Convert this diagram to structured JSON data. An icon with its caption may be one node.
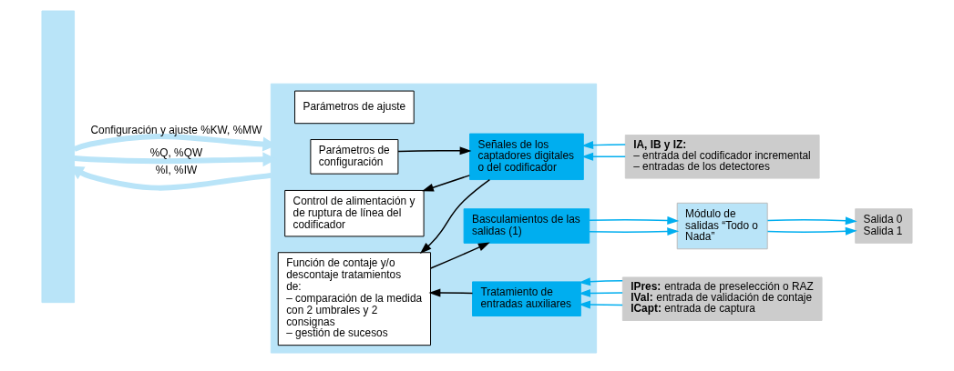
{
  "diagram": {
    "nodes": [
      {
        "text": [],
        "shape": "bar"
      },
      {
        "text": [],
        "shape": "box"
      },
      {
        "text": [
          "Parámetros de configuración"
        ],
        "in": 1
      },
      {
        "text": [
          "Parámetros de ajuste"
        ],
        "in": 1
      },
      {
        "text": [
          "Función de contaje y/o descontaje tratamientos de:",
          "– comparación de la medida con 2 umbrales y 2 consignas",
          "– gestión de sucesos"
        ],
        "in": 1
      },
      {
        "text": [
          "Control de alimentación y de ruptura de línea del codificador"
        ],
        "in": 1
      },
      {
        "text": [
          "Señales de los captadores digitales o del codificador"
        ],
        "in": 1
      },
      {
        "text": [
          "Tratamiento de entradas auxiliares"
        ],
        "in": 1
      },
      {
        "text": [
          "Basculamientos de las salidas (1)"
        ],
        "in": 1
      },
      {
        "text": [
          "**IA, IB y IZ:**",
          "– entrada del codificador incremental",
          "– entradas de los detectores"
        ]
      },
      {
        "text": [
          "**IPres:** entrada de preselección o RAZ",
          "**IVal:** entrada de validación de contaje",
          "**ICapt:** entrada de captura"
        ]
      },
      {
        "text": [
          "Módulo de salidas “Todo o Nada”"
        ]
      },
      {
        "text": [
          "Salida 0",
          "Salida 1"
        ]
      }
    ],
    "edges": [
      {
        "from": 0,
        "to": 1,
        "arrow": "to",
        "label": "Configuración y ajuste %KW, %MW",
        "style": "thick",
        "color": "#b9e4f8"
      },
      {
        "from": 0,
        "to": 1,
        "arrow": "to",
        "label": "%Q, %QW",
        "style": "thick",
        "color": "#b9e4f8"
      },
      {
        "from": 1,
        "to": 0,
        "arrow": "to",
        "label": "%I, %IW",
        "style": "thick",
        "color": "#b9e4f8"
      },
      {
        "from": 2,
        "to": 6,
        "arrow": "to",
        "color": "#000000"
      },
      {
        "from": 6,
        "to": 4,
        "arrow": "to",
        "color": "#000000"
      },
      {
        "from": 6,
        "to": 5,
        "arrow": "to",
        "color": "#000000"
      },
      {
        "from": 7,
        "to": 4,
        "arrow": "to",
        "color": "#000000"
      },
      {
        "from": 4,
        "to": 8,
        "arrow": "to",
        "color": "#000000"
      },
      {
        "from": 9,
        "to": 6,
        "arrow": "to"
      },
      {
        "from": 9,
        "to": 6,
        "arrow": "to"
      },
      {
        "from": 10,
        "to": 7,
        "arrow": "to"
      },
      {
        "from": 10,
        "to": 7,
        "arrow": "to"
      },
      {
        "from": 10,
        "to": 7,
        "arrow": "to"
      },
      {
        "from": 8,
        "to": 11,
        "arrow": "to"
      },
      {
        "from": 8,
        "to": 11,
        "arrow": "to"
      },
      {
        "from": 11,
        "to": 12,
        "arrow": "to"
      },
      {
        "from": 11,
        "to": 12,
        "arrow": "to"
      }
    ]
  }
}
